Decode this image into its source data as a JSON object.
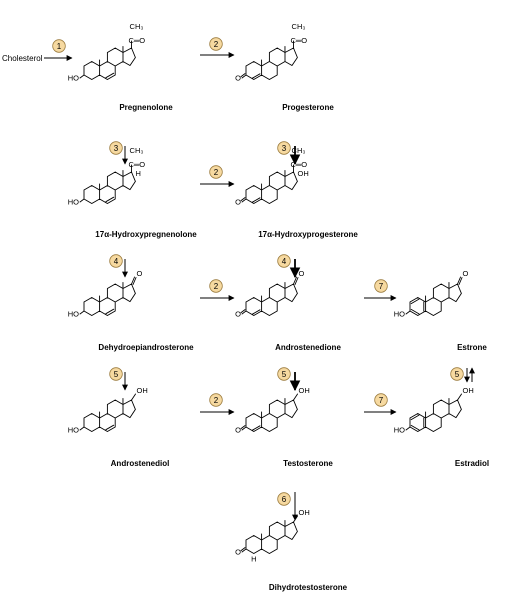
{
  "start": "Cholesterol",
  "enzymes": [
    "1",
    "2",
    "3",
    "4",
    "5",
    "6",
    "7"
  ],
  "molecules": {
    "pregnenolone": "Pregnenolone",
    "progesterone": "Progesterone",
    "hydroxypregnenolone": "17α-Hydroxypregnenolone",
    "hydroxyprogesterone": "17α-Hydroxyprogesterone",
    "dhea": "Dehydroepiandrosterone",
    "androstenedione": "Androstenedione",
    "estrone": "Estrone",
    "androstenediol": "Androstenediol",
    "testosterone": "Testosterone",
    "estradiol": "Estradiol",
    "dht": "Dihydrotestosterone"
  },
  "atoms": {
    "ch3": "CH₃",
    "carbonyl": "C═O",
    "ho": "HO",
    "oh": "OH",
    "o": "O",
    "h": "H"
  }
}
